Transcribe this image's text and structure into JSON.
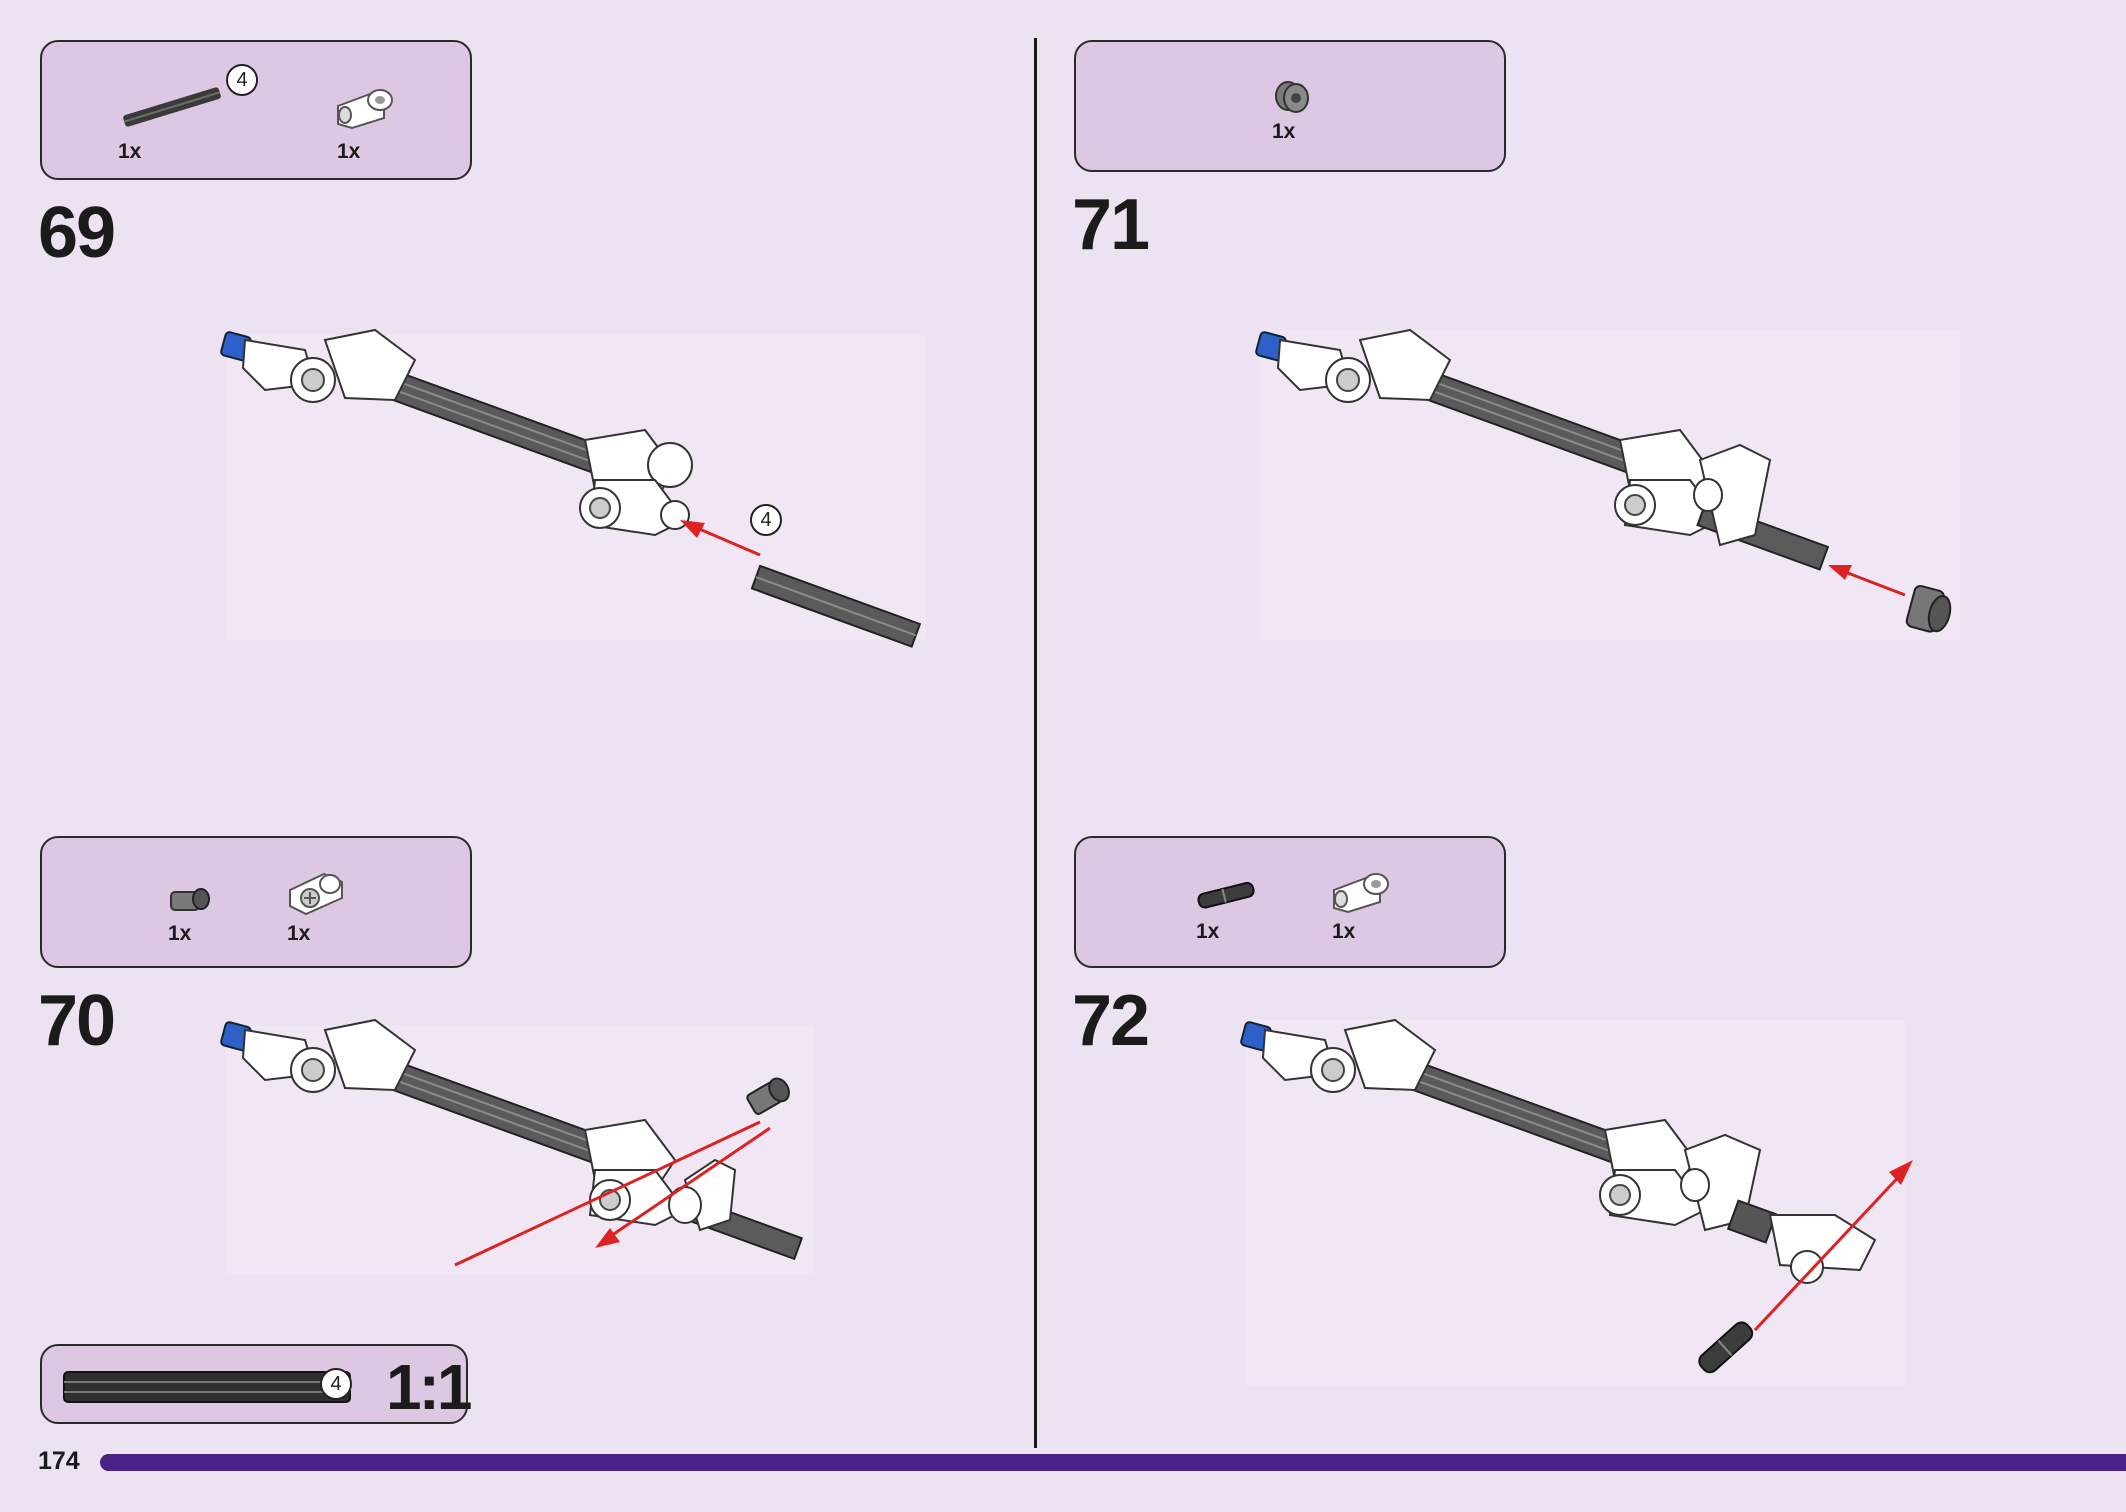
{
  "page": {
    "number": "174",
    "accent_color": "#4a2186",
    "box_color": "#dcc8e2",
    "bg_color": "#ece2f1"
  },
  "steps": [
    {
      "number": "69",
      "parts": [
        {
          "icon": "axle-4-icon",
          "callout": "4",
          "qty": "1x"
        },
        {
          "icon": "angle-connector-icon",
          "qty": "1x"
        }
      ],
      "callout": "4"
    },
    {
      "number": "70",
      "parts": [
        {
          "icon": "bush-pin-icon",
          "qty": "1x"
        },
        {
          "icon": "cross-block-icon",
          "qty": "1x"
        }
      ]
    },
    {
      "number": "71",
      "parts": [
        {
          "icon": "bush-icon",
          "qty": "1x"
        }
      ]
    },
    {
      "number": "72",
      "parts": [
        {
          "icon": "friction-pin-icon",
          "qty": "1x"
        },
        {
          "icon": "angle-connector-icon",
          "qty": "1x"
        }
      ]
    }
  ],
  "scale_box": {
    "callout": "4",
    "label": "1:1"
  }
}
